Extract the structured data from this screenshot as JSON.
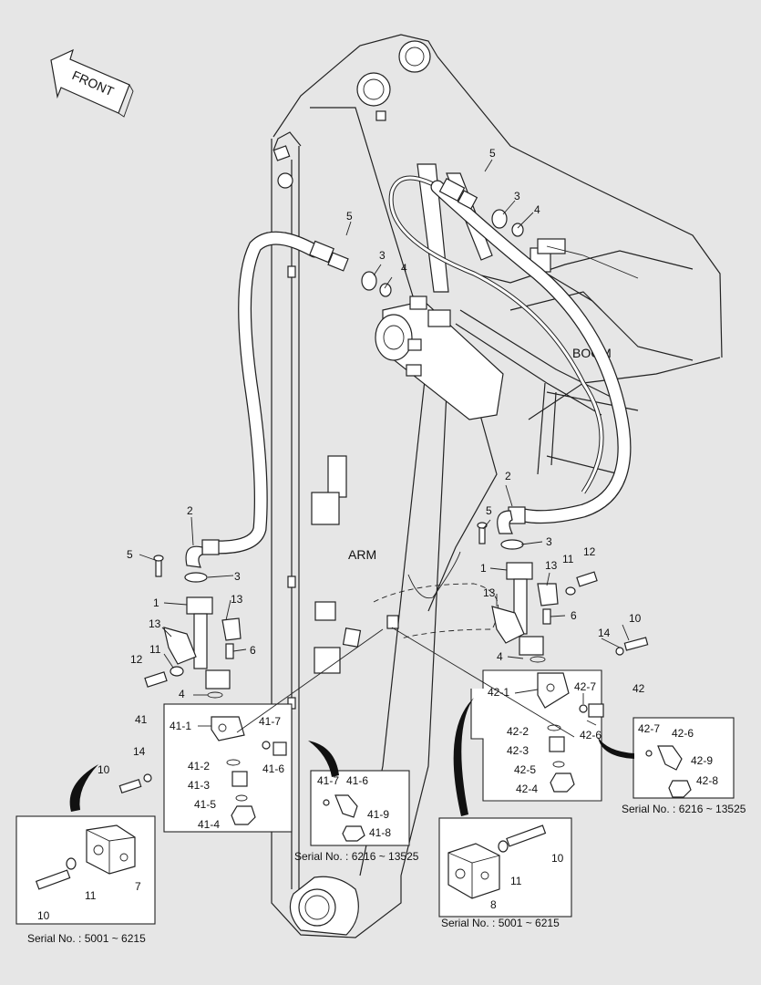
{
  "labels": {
    "front": "FRONT",
    "boom": "BOOM",
    "arm": "ARM"
  },
  "callouts": {
    "n1": "1",
    "n2": "2",
    "n3": "3",
    "n4": "4",
    "n5": "5",
    "n6": "6",
    "n7": "7",
    "n8": "8",
    "n10": "10",
    "n11": "11",
    "n12": "12",
    "n13": "13",
    "n14": "14",
    "n41": "41",
    "n41_1": "41-1",
    "n41_2": "41-2",
    "n41_3": "41-3",
    "n41_4": "41-4",
    "n41_5": "41-5",
    "n41_6": "41-6",
    "n41_7": "41-7",
    "n41_8": "41-8",
    "n41_9": "41-9",
    "n42": "42",
    "n42_1": "42-1",
    "n42_2": "42-2",
    "n42_3": "42-3",
    "n42_4": "42-4",
    "n42_5": "42-5",
    "n42_6": "42-6",
    "n42_7": "42-7",
    "n42_8": "42-8",
    "n42_9": "42-9"
  },
  "serials": {
    "early": "Serial No. : 5001 ~ 6215",
    "late": "Serial No. : 6216 ~ 13525"
  },
  "colors": {
    "background": "#e6e6e6",
    "line": "#222222",
    "fill": "#ffffff"
  }
}
